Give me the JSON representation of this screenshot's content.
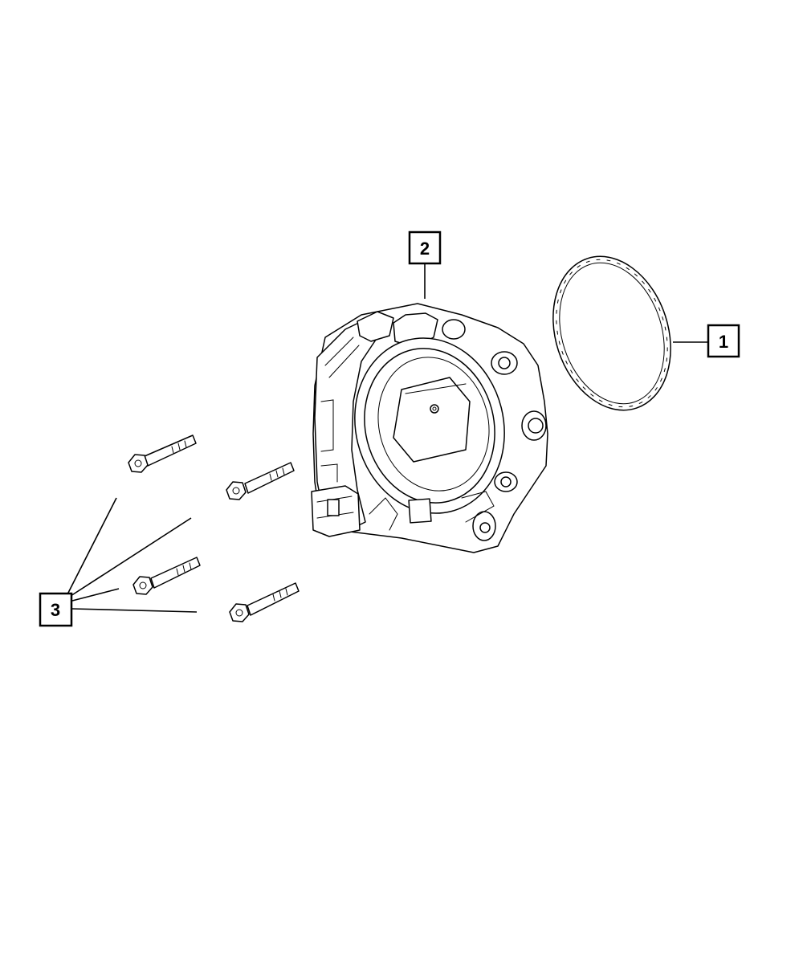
{
  "callouts": [
    {
      "id": "gasket",
      "label": "1"
    },
    {
      "id": "throttle-body",
      "label": "2"
    },
    {
      "id": "bolts",
      "label": "3"
    }
  ],
  "colors": {
    "line": "#000000",
    "background": "#ffffff"
  }
}
